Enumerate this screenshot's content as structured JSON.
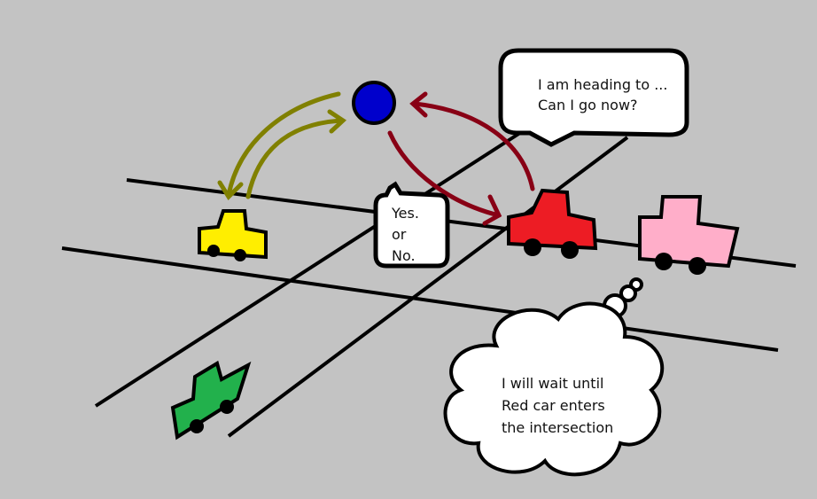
{
  "colors": {
    "background": "#c3c3c3",
    "yellow_car": "#ffee00",
    "red_car": "#ed1c24",
    "pink_car": "#ffaec9",
    "green_car": "#22b14c",
    "hub": "#0000cc",
    "olive_arrow": "#808000",
    "red_arrow": "#880015"
  },
  "speech_bubble": {
    "lines": [
      "I am heading to ...",
      "Can I go now?"
    ]
  },
  "reply_bubble": {
    "lines": [
      "Yes.",
      "or",
      "No."
    ]
  },
  "thought_cloud": {
    "lines": [
      "I will wait until",
      "Red car enters",
      "the intersection"
    ]
  }
}
